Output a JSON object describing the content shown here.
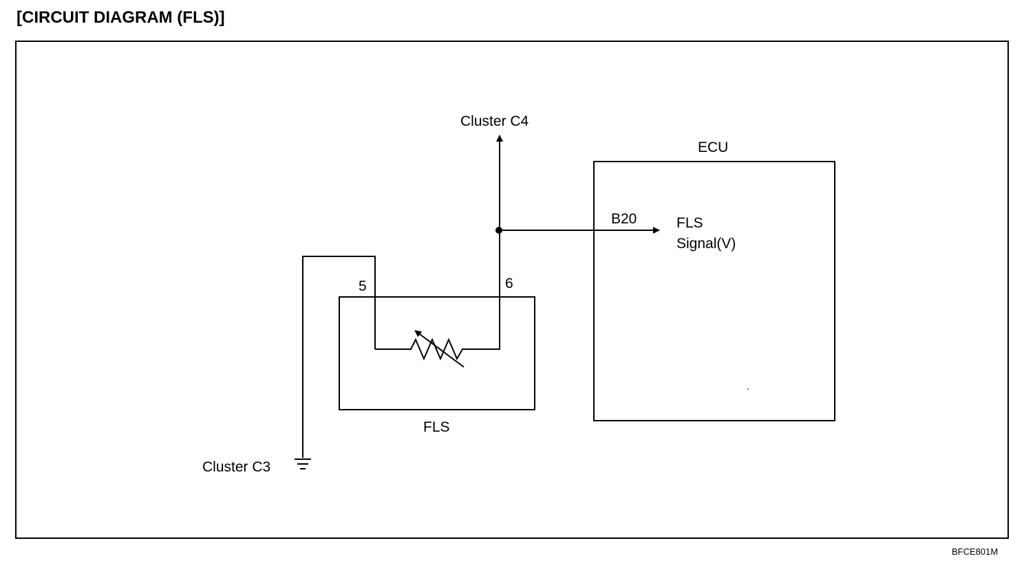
{
  "title": "[CIRCUIT DIAGRAM (FLS)]",
  "figure_code": "BFCE801M",
  "components": {
    "fls": {
      "label": "FLS",
      "pin_left": "5",
      "pin_right": "6"
    },
    "ecu": {
      "label": "ECU",
      "pin": "B20",
      "signal_line1": "FLS",
      "signal_line2": "Signal(V)"
    }
  },
  "connections": {
    "ground": "Cluster C3",
    "output": "Cluster C4"
  }
}
